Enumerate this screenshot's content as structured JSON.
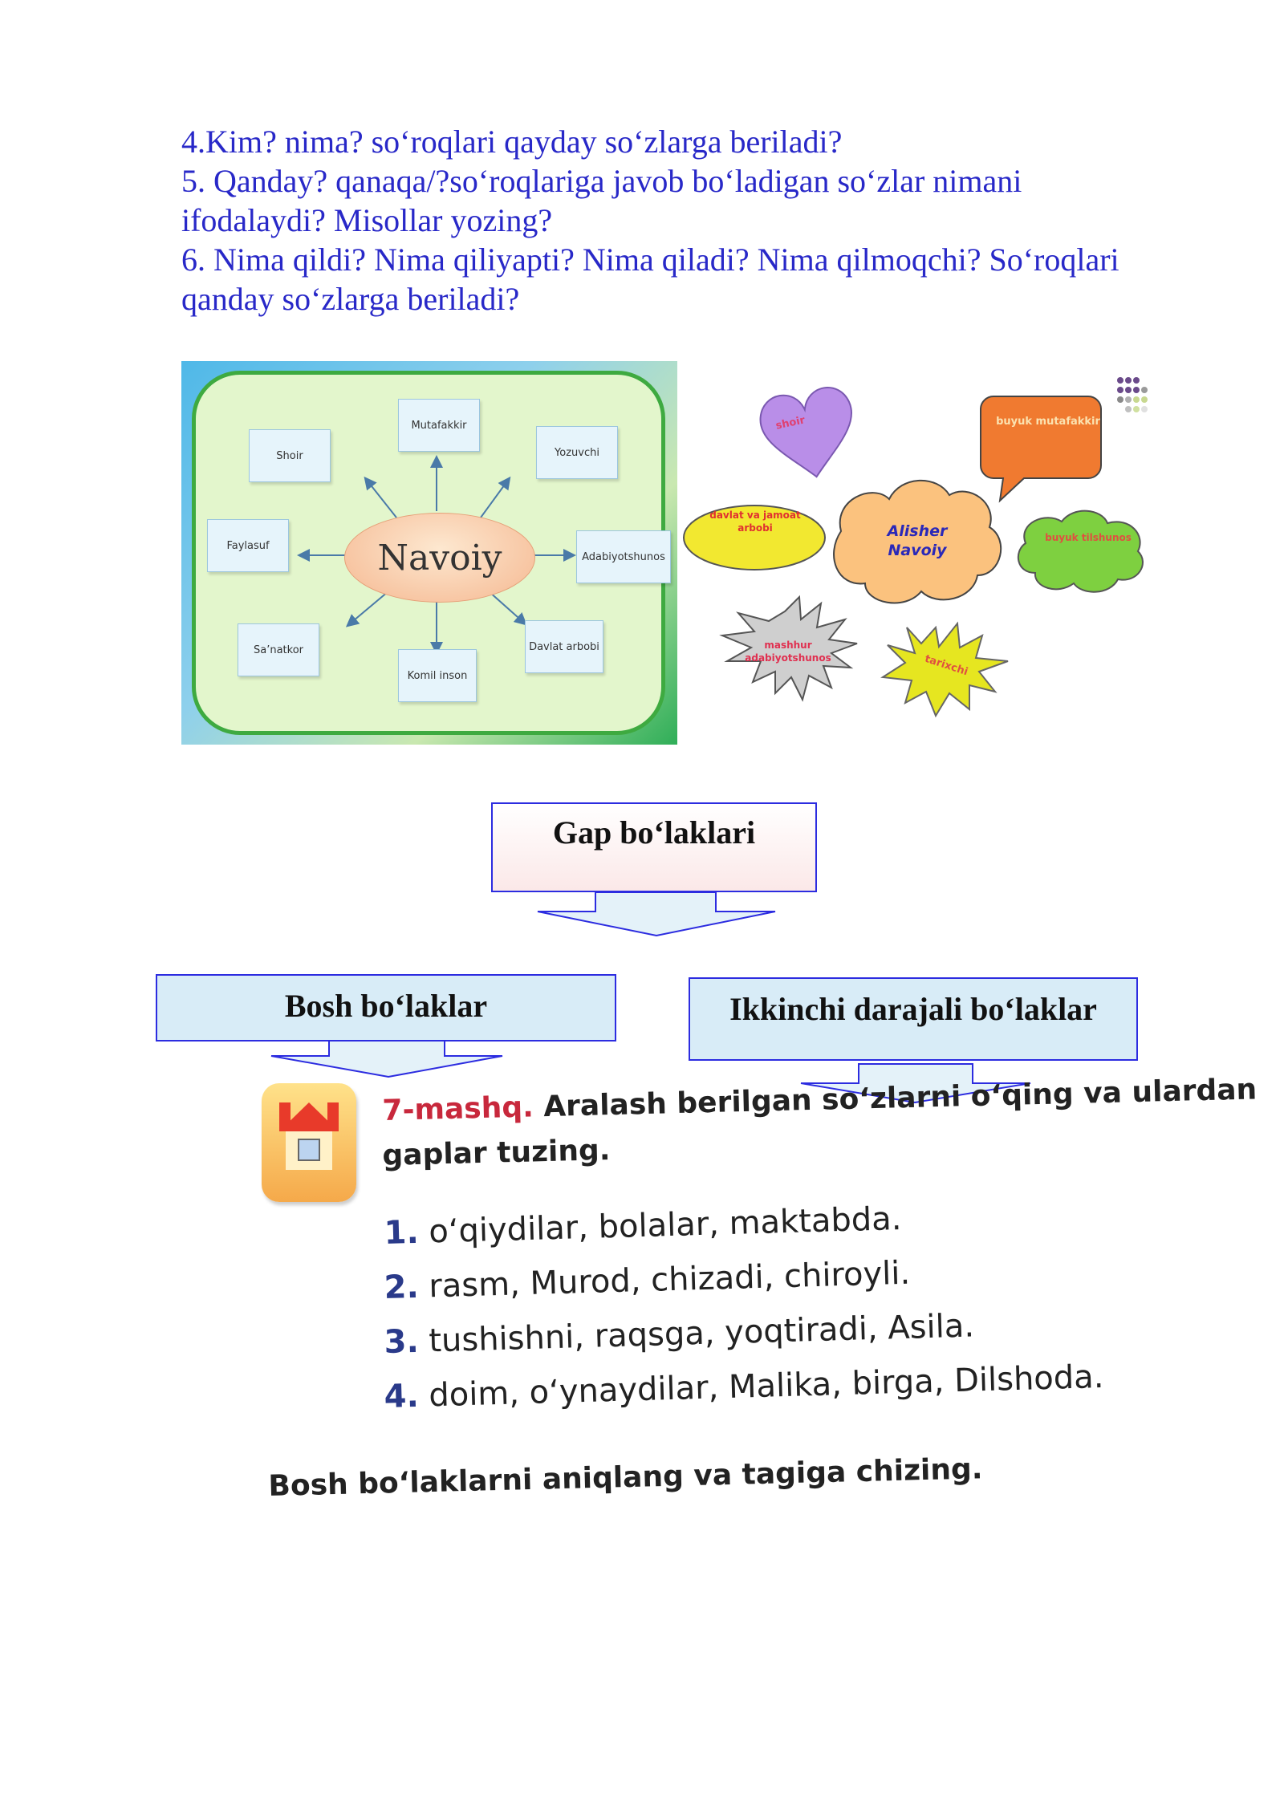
{
  "questions": {
    "q4": "4.Kim? nima? so‘roqlari qayday so‘zlarga beriladi?",
    "q5_line1": "5. Qanday? qanaqa/?so‘roqlariga javob bo‘ladigan so‘zlar nimani",
    "q5_line2": "ifodalaydi? Misollar yozing?",
    "q6_line1": "6. Nima qildi? Nima qiliyapti? Nima qiladi? Nima qilmoqchi? So‘roqlari",
    "q6_line2": "qanday so‘zlarga beriladi?"
  },
  "mindmap": {
    "center": "Navoiy",
    "cards": {
      "mutafakkir": "Mutafakkir",
      "shoir": "Shoir",
      "yozuvchi": "Yozuvchi",
      "faylasuf": "Faylasuf",
      "adabiyotshunos": "Adabiyotshunos",
      "sanatkor": "Sa’natkor",
      "komil_inson": "Komil inson",
      "davlat_arbobi": "Davlat arbobi"
    }
  },
  "bubbles": {
    "center": "Alisher Navoiy",
    "shoir": "shoir",
    "buyuk_mutafakkir": "buyuk mutafakkir",
    "davlat_arbobi": "davlat va jamoat arbobi",
    "buyuk_tilshunos": "buyuk tilshunos",
    "mashhur_adabiyotshunos": "mashhur adabiyotshunos",
    "tarixchi": "tarixchi"
  },
  "diagram": {
    "top": "Gap   bo‘laklari",
    "left": "Bosh   bo‘laklar",
    "right": "Ikkinchi  darajali  bo‘laklar"
  },
  "exercise": {
    "number": "7-mashq.",
    "instruction_line1": "Aralash berilgan so‘zlarni o‘qing va ulardan",
    "instruction_line2": "gaplar tuzing.",
    "items": [
      {
        "num": "1.",
        "text": "o‘qiydilar, bolalar, maktabda."
      },
      {
        "num": "2.",
        "text": "rasm, Murod, chizadi, chiroyli."
      },
      {
        "num": "3.",
        "text": "tushishni, raqsga, yoqtiradi, Asila."
      },
      {
        "num": "4.",
        "text": "doim, o‘ynaydilar, Malika, birga, Dilshoda."
      }
    ],
    "footer": "Bosh bo‘laklarni aniqlang va tagiga chizing."
  },
  "colors": {
    "question_text": "#2828c8",
    "box_border": "#2c2ce0",
    "exercise_number": "#c8283c"
  }
}
